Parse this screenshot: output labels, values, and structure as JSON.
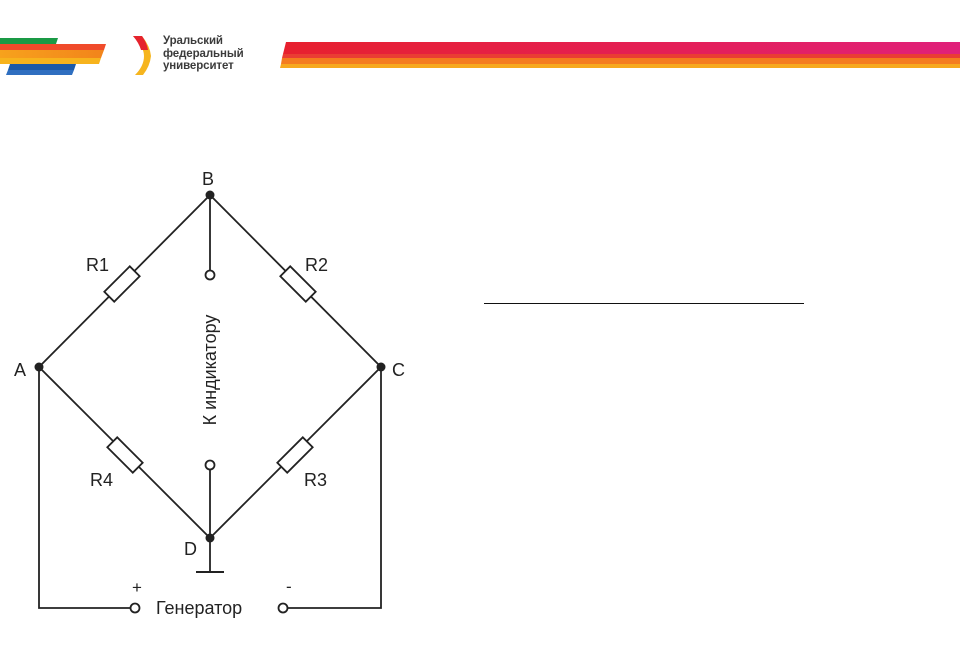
{
  "header": {
    "logo_lines": [
      "Уральский",
      "федеральный",
      "университет"
    ],
    "colors": {
      "green": "#1a9a45",
      "blue": "#1c5aa8",
      "orange": "#f59a1b",
      "red": "#e5232d",
      "magenta": "#e0207a",
      "logo_yellow": "#f6b51e"
    }
  },
  "diagram": {
    "nodes": {
      "a": "A",
      "b": "B",
      "c": "C",
      "d": "D"
    },
    "resistors": {
      "r1": "R1",
      "r2": "R2",
      "r3": "R3",
      "r4": "R4"
    },
    "indicator_label": "К индикатору",
    "generator_label": "Генератор",
    "plus": "+",
    "minus": "-"
  }
}
